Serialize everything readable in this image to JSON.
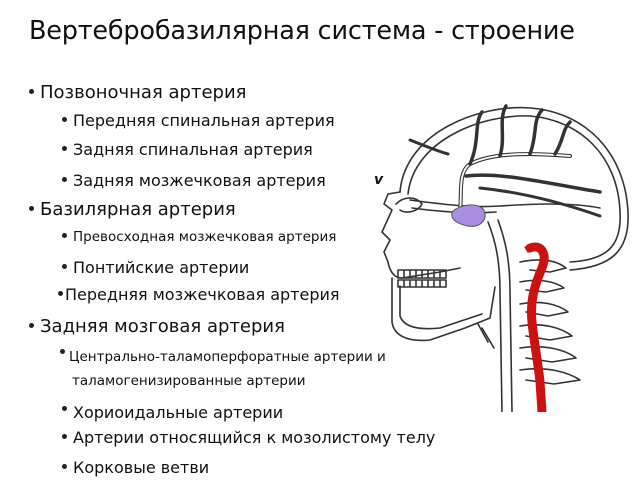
{
  "slide": {
    "title": "Вертебробазилярная система - строение",
    "items": [
      {
        "level": 1,
        "text": "Позвоночная артерия"
      },
      {
        "level": 2,
        "text": "Передняя спинальная артерия"
      },
      {
        "level": 2,
        "text": "Задняя спинальная артерия"
      },
      {
        "level": 2,
        "text": "Задняя мозжечковая артерия"
      },
      {
        "level": 1,
        "text": "Базилярная артерия"
      },
      {
        "level": 2,
        "text": "Превосходная мозжечковая артерия"
      },
      {
        "level": 2,
        "text": "Понтийские артерии"
      },
      {
        "level": 2,
        "text": "Передняя мозжечковая артерия"
      },
      {
        "level": 1,
        "text": "Задняя мозговая артерия"
      },
      {
        "level": 2,
        "text": "Центрально-таламоперфоратные артерии и"
      },
      {
        "level": 2,
        "text": "таламогенизированные артерии"
      },
      {
        "level": 2,
        "text": "Хориоидальные артерии"
      },
      {
        "level": 2,
        "text": "Артерии относящийся к мозолистому телу"
      },
      {
        "level": 2,
        "text": "Корковые ветви"
      }
    ],
    "stray_glyph": "v"
  },
  "figure": {
    "description": "head-sagittal-vertebrobasilar-illustration",
    "colors": {
      "vertebral_artery": "#cc1111",
      "pituitary_highlight": "#a98de0",
      "outline": "#333333"
    }
  }
}
